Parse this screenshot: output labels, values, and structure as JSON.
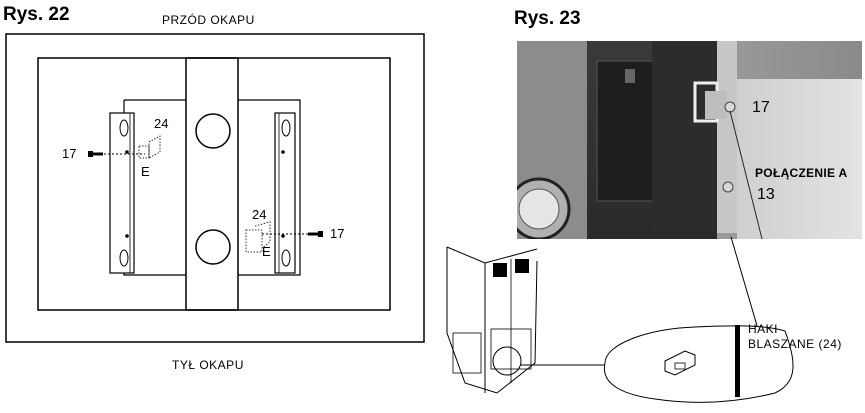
{
  "fig22": {
    "title": "Rys. 22",
    "top_label": "PRZÓD OKAPU",
    "bottom_label": "TYŁ OKAPU",
    "left_screw_num": "17",
    "left_hook_num": "24",
    "left_hook_letter": "E",
    "right_screw_num": "17",
    "right_hook_num": "24",
    "right_hook_letter": "E"
  },
  "fig23": {
    "title": "Rys. 23",
    "photo_screw_num": "17",
    "connection_label": "POŁĄCZENIE A",
    "photo_num_13": "13",
    "hooks_label_line1": "HAKI",
    "hooks_label_line2": "BLASZANE (24)"
  }
}
